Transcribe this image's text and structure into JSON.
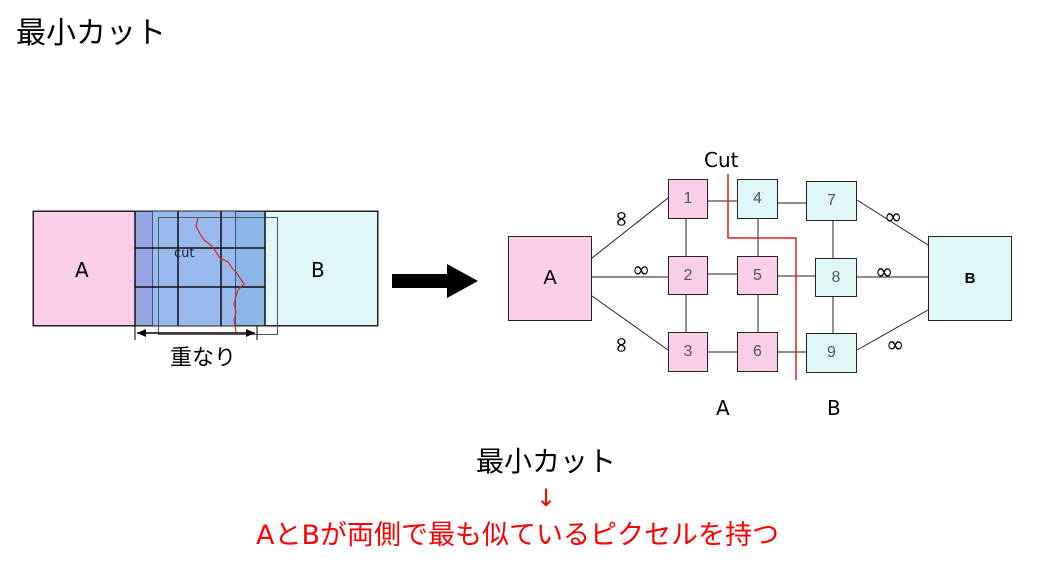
{
  "title": "最小カット",
  "left": {
    "label_a": "A",
    "label_b": "B",
    "cut_label": "cut",
    "overlap_label": "重なり"
  },
  "graph": {
    "cut_label": "Cut",
    "source_label": "A",
    "sink_label": "B",
    "nodes": [
      "1",
      "2",
      "3",
      "4",
      "5",
      "6",
      "7",
      "8",
      "9"
    ],
    "infinity": "∞",
    "bottom_labels": [
      "A",
      "B"
    ]
  },
  "bottom": {
    "caption": "最小カット",
    "arrow": "↓",
    "conclusion": "AとBが両側で最も似ているピクセルを持つ",
    "conclusion_color": "#ff0000"
  }
}
